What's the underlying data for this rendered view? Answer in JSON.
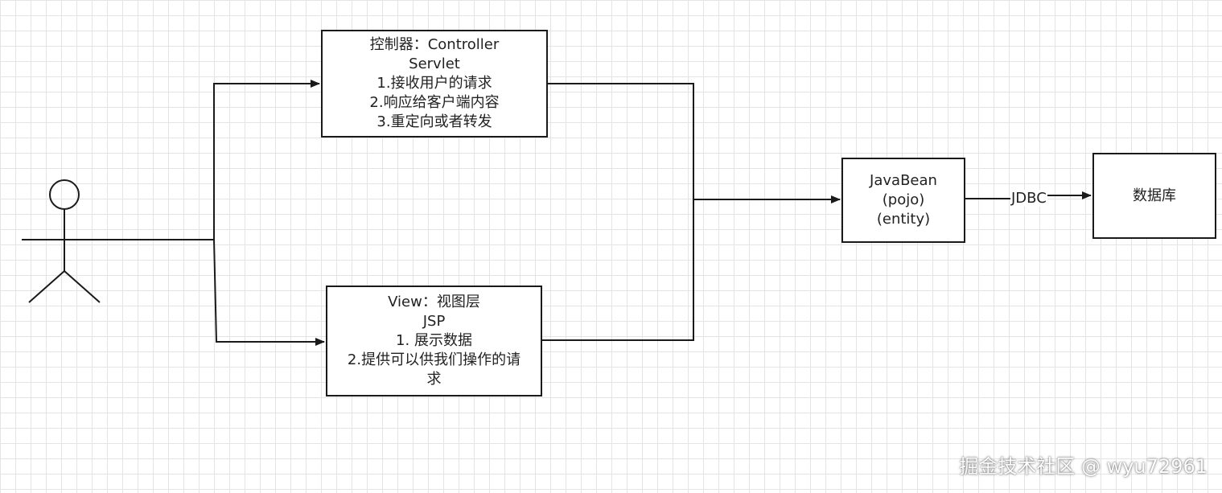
{
  "controller": {
    "lines": [
      "控制器：Controller",
      "Servlet",
      "1.接收用户的请求",
      "2.响应给客户端内容",
      "3.重定向或者转发"
    ]
  },
  "view": {
    "lines": [
      "View：视图层",
      "JSP",
      "1. 展示数据",
      "2.提供可以供我们操作的请",
      "求"
    ]
  },
  "javabean": {
    "lines": [
      "JavaBean",
      "(pojo)",
      "(entity)"
    ]
  },
  "database": {
    "label": "数据库"
  },
  "connector": {
    "jdbc": "JDBC"
  },
  "watermark": "掘金技术社区 @ wyu72961",
  "colors": {
    "stroke": "#1a1a1a",
    "grid": "#e4e4e4",
    "background": "#ffffff"
  }
}
